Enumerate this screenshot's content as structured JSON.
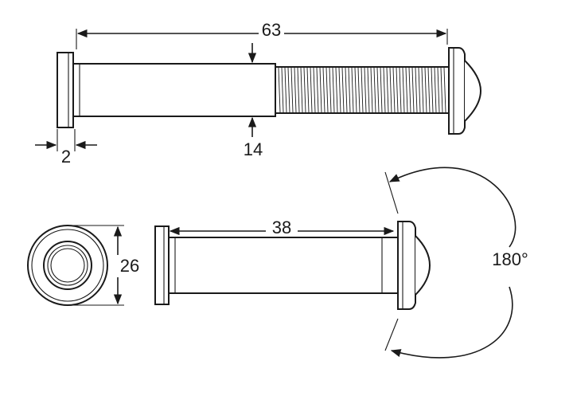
{
  "dimensions": {
    "total_length": "63",
    "flange_thickness": "2",
    "barrel_diameter": "14",
    "outer_diameter": "26",
    "body_length": "38",
    "viewing_angle": "180°"
  },
  "colors": {
    "stroke": "#1a1a1a",
    "background": "#ffffff"
  }
}
